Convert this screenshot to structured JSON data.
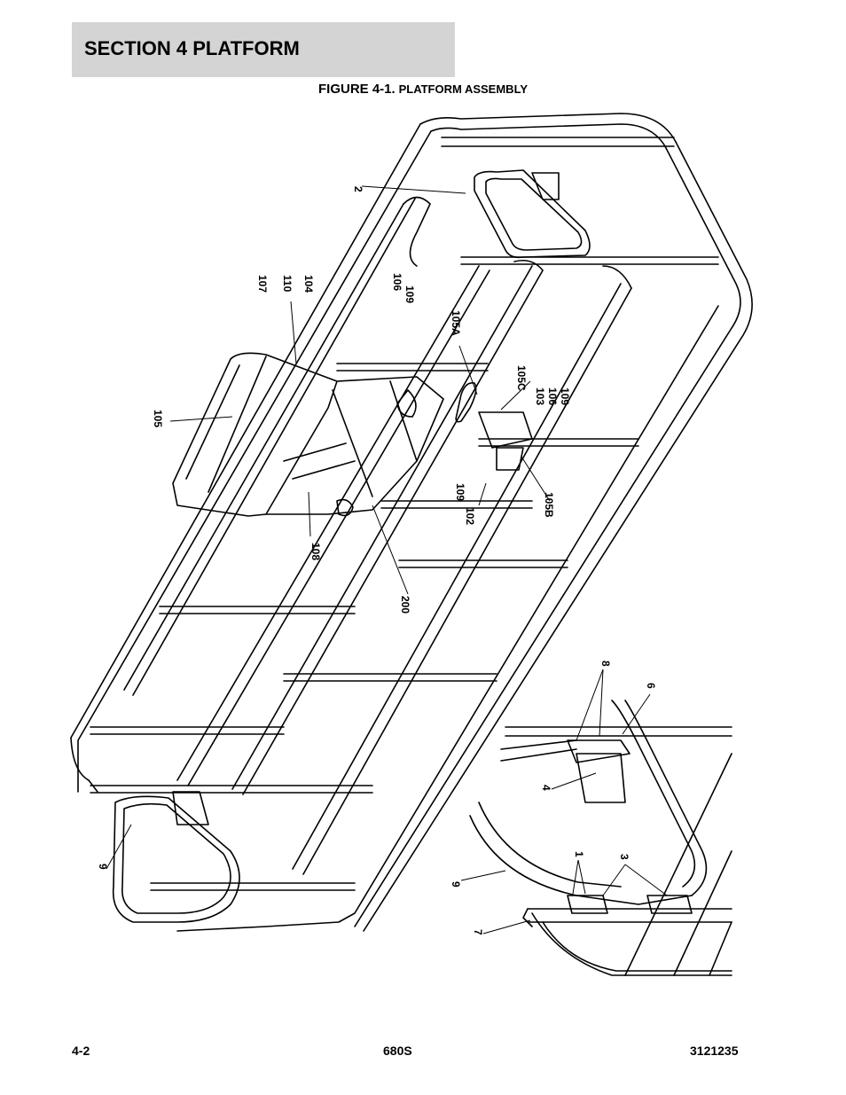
{
  "header": {
    "section_title": "SECTION 4   PLATFORM"
  },
  "figure": {
    "caption_prefix": "FIGURE 4-1.",
    "caption_text": "PLATFORM ASSEMBLY",
    "callouts": {
      "c2": "2",
      "c107": "107",
      "c110": "110",
      "c104": "104",
      "c106a": "106",
      "c109a": "109",
      "c105a": "105A",
      "c105": "105",
      "c105c": "105C",
      "c103": "103",
      "c106b": "106",
      "c109b": "109",
      "c109c": "109",
      "c102": "102",
      "c105b": "105B",
      "c108": "108",
      "c200": "200",
      "c8": "8",
      "c6": "6",
      "c4": "4",
      "c1": "1",
      "c3": "3",
      "c9a": "9",
      "c9b": "9",
      "c7": "7"
    }
  },
  "footer": {
    "page_number": "4-2",
    "model": "680S",
    "doc_number": "3121235"
  }
}
